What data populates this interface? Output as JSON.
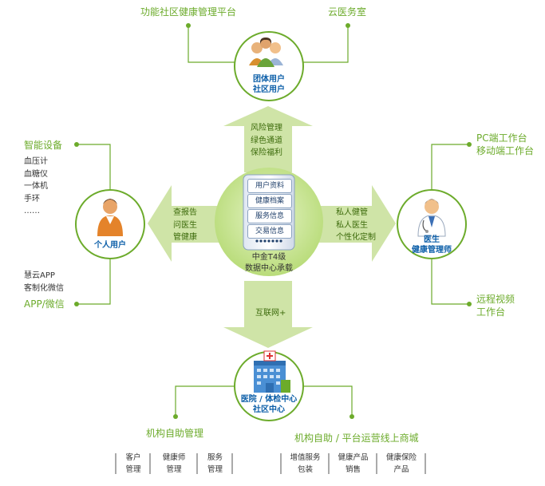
{
  "center": {
    "items": [
      "用户资料",
      "健康档案",
      "服务信息",
      "交易信息"
    ],
    "label_line1": "中金T4级",
    "label_line2": "数据中心承载"
  },
  "top": {
    "left_title": "功能社区健康管理平台",
    "right_title": "云医务室",
    "node_line1": "团体用户",
    "node_line2": "社区用户",
    "arrow_text": [
      "风险管理",
      "绿色通道",
      "保险福利"
    ]
  },
  "left": {
    "top_title": "智能设备",
    "devices": [
      "血压计",
      "血糖仪",
      "一体机",
      "手环",
      "……"
    ],
    "apps": [
      "慧云APP",
      "客制化微信"
    ],
    "bottom_title": "APP/微信",
    "node_label": "个人用户",
    "arrow_text": [
      "查报告",
      "问医生",
      "管健康"
    ]
  },
  "right": {
    "top_line1": "PC端工作台",
    "top_line2": "移动端工作台",
    "bottom_line1": "远程视频",
    "bottom_line2": "工作台",
    "node_line1": "医生",
    "node_line2": "健康管理师",
    "arrow_text": [
      "私人健管",
      "私人医生",
      "个性化定制"
    ]
  },
  "bottom": {
    "arrow_text": "互联网+",
    "node_line1": "医院 / 体检中心",
    "node_line2": "社区中心",
    "left_title": "机构自助管理",
    "right_title": "机构自助 / 平台运营线上商城",
    "left_items": [
      {
        "line1": "客户",
        "line2": "管理"
      },
      {
        "line1": "健康师",
        "line2": "管理"
      },
      {
        "line1": "服务",
        "line2": "管理"
      }
    ],
    "right_items": [
      {
        "line1": "增值服务",
        "line2": "包装"
      },
      {
        "line1": "健康产品",
        "line2": "销售"
      },
      {
        "line1": "健康保险",
        "line2": "产品"
      }
    ]
  },
  "colors": {
    "green": "#6cab2b",
    "arrow": "#cfe4a7",
    "blue_text": "#0b5ea8",
    "center_fill": "#c5e38a"
  }
}
